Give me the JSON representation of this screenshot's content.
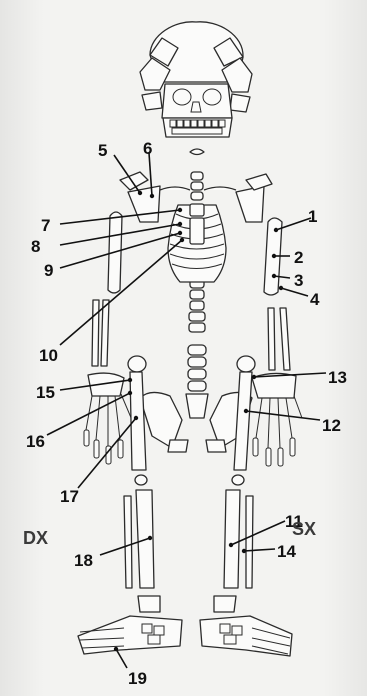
{
  "labels": {
    "n1": "1",
    "n2": "2",
    "n3": "3",
    "n4": "4",
    "n5": "5",
    "n6": "6",
    "n7": "7",
    "n8": "8",
    "n9": "9",
    "n10": "10",
    "n11": "11",
    "n12": "12",
    "n13": "13",
    "n14": "14",
    "n15": "15",
    "n16": "16",
    "n17": "17",
    "n18": "18",
    "n19": "19"
  },
  "sides": {
    "right": "DX",
    "left": "SX"
  }
}
